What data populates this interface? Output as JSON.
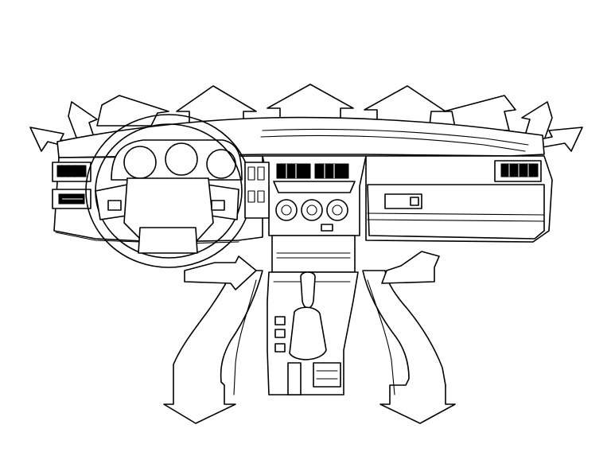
{
  "diagram": {
    "subject": "car-dashboard-airflow",
    "stroke_color": "#000000",
    "background_color": "#ffffff",
    "arrows": {
      "defroster_upward": 5,
      "windshield_side": 2,
      "side_window": 2,
      "face_vents": 2,
      "floor_outlets": 2
    }
  }
}
